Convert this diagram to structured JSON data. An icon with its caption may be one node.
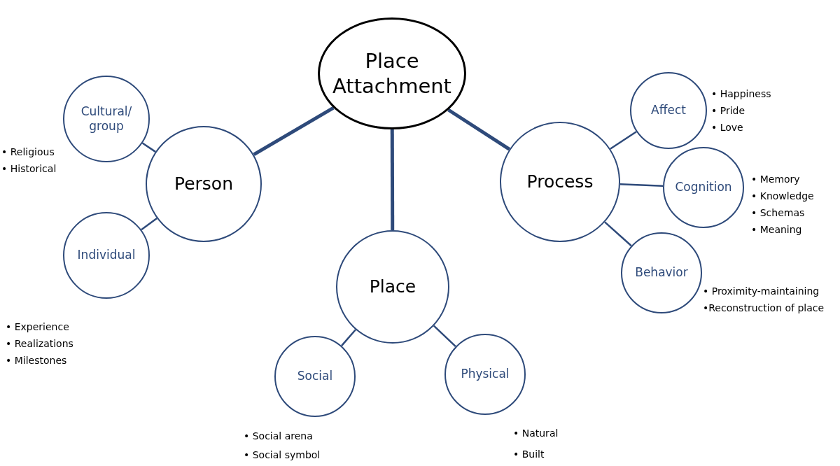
{
  "diagram": {
    "nodes": [
      {
        "text": [
          "Place Attachment"
        ]
      },
      {
        "text": [
          "Person"
        ]
      },
      {
        "text": [
          "Place"
        ]
      },
      {
        "text": [
          "Process"
        ]
      },
      {
        "text": [
          "Cultural/ group"
        ],
        "beside": [
          "• Religious",
          "• Historical"
        ]
      },
      {
        "text": [
          "Individual"
        ],
        "beside": [
          "• Experience",
          "• Realizations",
          "• Milestones"
        ]
      },
      {
        "text": [
          "Social"
        ],
        "beside": [
          "• Social arena",
          "• Social symbol"
        ]
      },
      {
        "text": [
          "Physical"
        ],
        "beside": [
          "• Natural",
          "• Built"
        ]
      },
      {
        "text": [
          "Affect"
        ],
        "beside": [
          "• Happiness",
          "• Pride",
          "• Love"
        ]
      },
      {
        "text": [
          "Cognition"
        ],
        "beside": [
          "• Memory",
          "• Knowledge",
          "• Schemas",
          "• Meaning"
        ]
      },
      {
        "text": [
          "Behavior"
        ],
        "beside": [
          "• Proximity-maintaining",
          "•Reconstruction of place"
        ]
      }
    ],
    "edges": [
      {
        "from": 0,
        "to": 1,
        "arrow": "none",
        "style": "thick"
      },
      {
        "from": 0,
        "to": 2,
        "arrow": "none",
        "style": "thick"
      },
      {
        "from": 0,
        "to": 3,
        "arrow": "none",
        "style": "thick"
      },
      {
        "from": 1,
        "to": 4,
        "arrow": "none"
      },
      {
        "from": 1,
        "to": 5,
        "arrow": "none"
      },
      {
        "from": 2,
        "to": 6,
        "arrow": "none"
      },
      {
        "from": 2,
        "to": 7,
        "arrow": "none"
      },
      {
        "from": 3,
        "to": 8,
        "arrow": "none"
      },
      {
        "from": 3,
        "to": 9,
        "arrow": "none"
      },
      {
        "from": 3,
        "to": 10,
        "arrow": "none"
      }
    ]
  }
}
